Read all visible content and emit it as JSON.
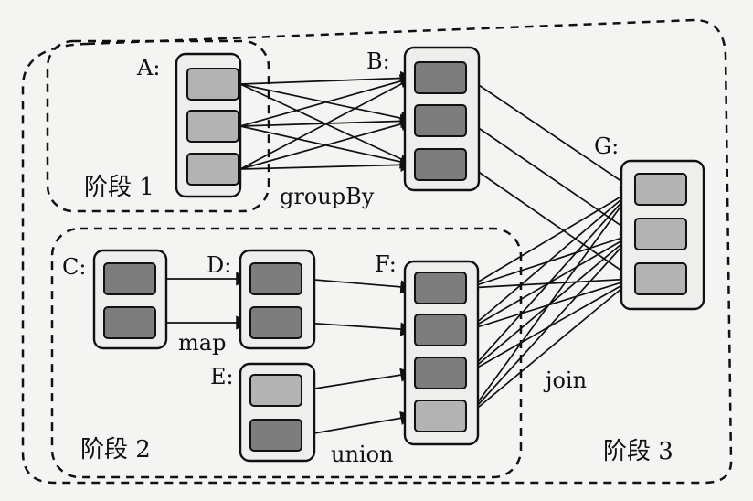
{
  "diagram": {
    "stages": [
      {
        "id": "stage1",
        "label": "阶段 1"
      },
      {
        "id": "stage2",
        "label": "阶段 2"
      },
      {
        "id": "stage3",
        "label": "阶段 3"
      }
    ],
    "rdds": [
      {
        "id": "A",
        "label": "A:",
        "partitions": 3
      },
      {
        "id": "B",
        "label": "B:",
        "partitions": 3
      },
      {
        "id": "C",
        "label": "C:",
        "partitions": 2
      },
      {
        "id": "D",
        "label": "D:",
        "partitions": 2
      },
      {
        "id": "E",
        "label": "E:",
        "partitions": 2
      },
      {
        "id": "F",
        "label": "F:",
        "partitions": 4
      },
      {
        "id": "G",
        "label": "G:",
        "partitions": 3
      }
    ],
    "operations": [
      {
        "id": "groupBy",
        "label": "groupBy"
      },
      {
        "id": "map",
        "label": "map"
      },
      {
        "id": "union",
        "label": "union"
      },
      {
        "id": "join",
        "label": "join"
      }
    ],
    "colors": {
      "background": "#f4f4f2",
      "stroke": "#111111",
      "partition_light": "#b3b3b3",
      "partition_dark": "#7d7d7d",
      "container_fill": "#eeeeec"
    }
  }
}
